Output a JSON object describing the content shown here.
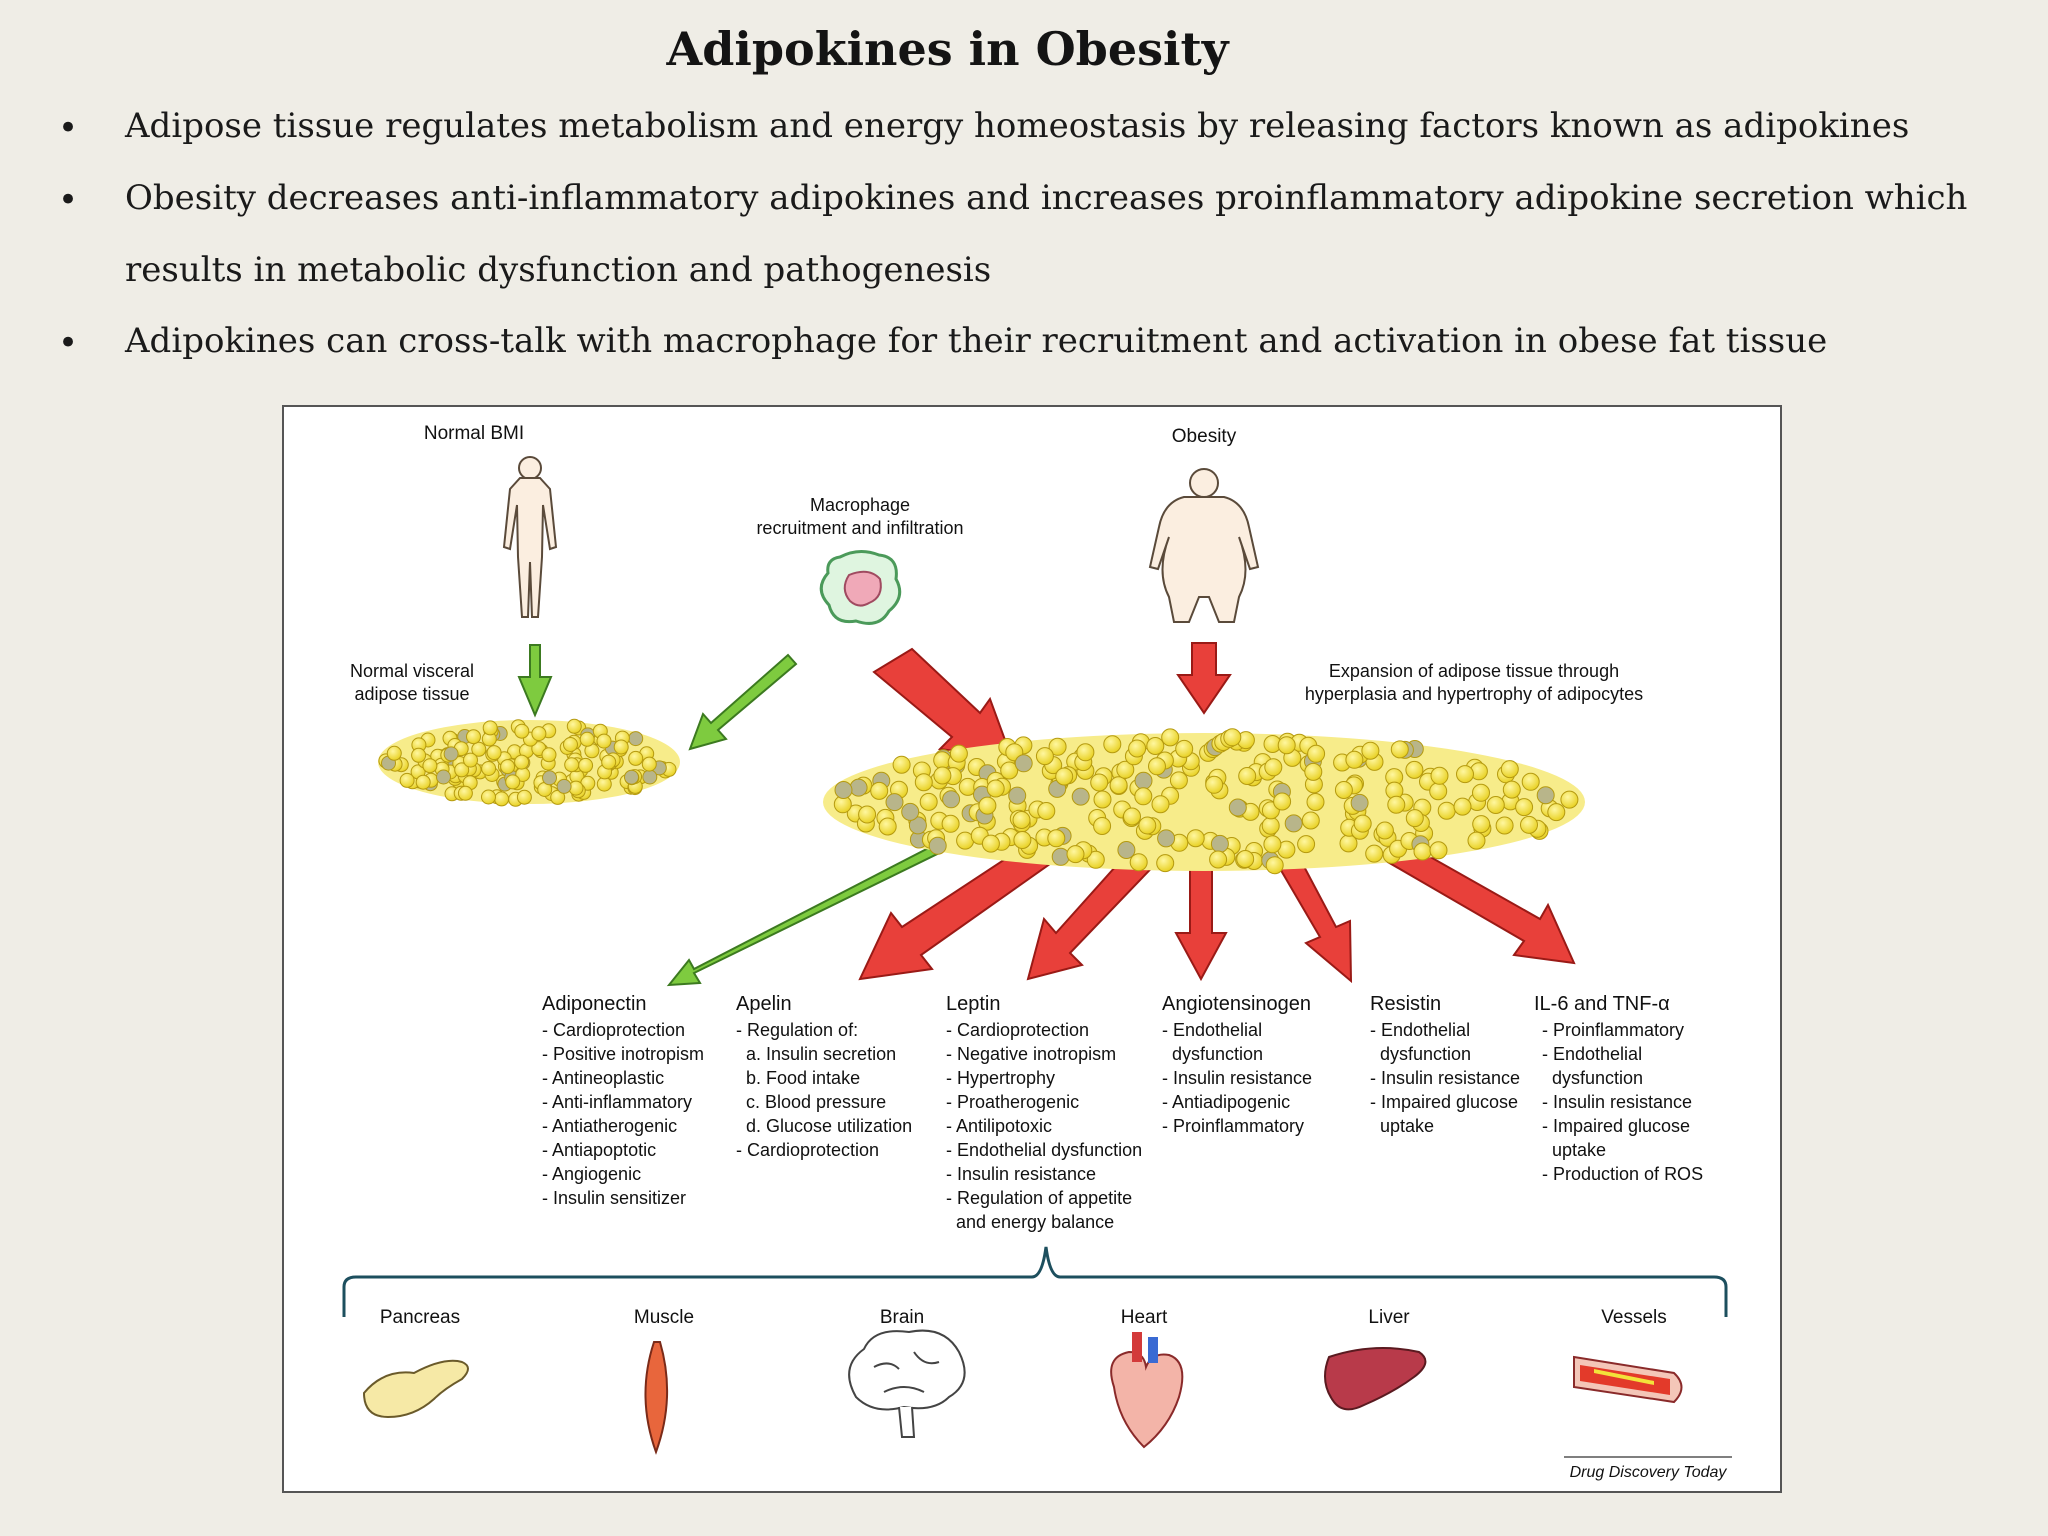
{
  "title": "Adipokines in Obesity",
  "bullets": [
    [
      "Adipose tissue regulates metabolism and energy  homeostasis by releasing factors known as adipokines"
    ],
    [
      "Obesity  decreases anti-inflammatory adipokines and increases proinflammatory adipokine secretion which",
      "results in metabolic dysfunction  and pathogenesis"
    ],
    [
      "Adipokines can cross-talk with  macrophage for their recruitment and activation in obese fat tissue"
    ]
  ],
  "figure": {
    "normal_bmi": "Normal BMI",
    "obesity": "Obesity",
    "macrophage": [
      "Macrophage",
      "recruitment and infiltration"
    ],
    "normal_tissue": [
      "Normal visceral",
      "adipose tissue"
    ],
    "expansion": [
      "Expansion of adipose tissue through",
      "hyperplasia and hypertrophy of adipocytes"
    ],
    "adipokines": [
      {
        "name": "Adiponectin",
        "items": [
          "- Cardioprotection",
          "- Positive inotropism",
          "- Antineoplastic",
          "- Anti-inflammatory",
          "- Antiatherogenic",
          "- Antiapoptotic",
          "- Angiogenic",
          "- Insulin sensitizer"
        ]
      },
      {
        "name": "Apelin",
        "items": [
          "- Regulation of:",
          "  a. Insulin secretion",
          "  b. Food intake",
          "  c. Blood pressure",
          "  d. Glucose utilization",
          "- Cardioprotection"
        ]
      },
      {
        "name": "Leptin",
        "items": [
          "- Cardioprotection",
          "- Negative inotropism",
          "- Hypertrophy",
          "- Proatherogenic",
          "- Antilipotoxic",
          "- Endothelial dysfunction",
          "- Insulin resistance",
          "- Regulation of appetite",
          "  and energy balance"
        ]
      },
      {
        "name": "Angiotensinogen",
        "items": [
          "- Endothelial",
          "  dysfunction",
          "- Insulin resistance",
          "- Antiadipogenic",
          "- Proinflammatory"
        ]
      },
      {
        "name": "Resistin",
        "items": [
          "- Endothelial",
          "  dysfunction",
          "- Insulin resistance",
          "- Impaired glucose",
          "  uptake"
        ]
      },
      {
        "name": "IL-6 and TNF-α",
        "items": [
          "- Proinflammatory",
          "- Endothelial",
          "  dysfunction",
          "- Insulin resistance",
          "- Impaired glucose",
          "  uptake",
          "- Production of ROS"
        ]
      }
    ],
    "organs": [
      "Pancreas",
      "Muscle",
      "Brain",
      "Heart",
      "Liver",
      "Vessels"
    ],
    "credit": "Drug Discovery Today",
    "colors": {
      "red_arrow": "#e8403a",
      "green_arrow": "#7ecb3f",
      "fat": "#f3e33a",
      "bracket": "#1d4f5e"
    }
  }
}
